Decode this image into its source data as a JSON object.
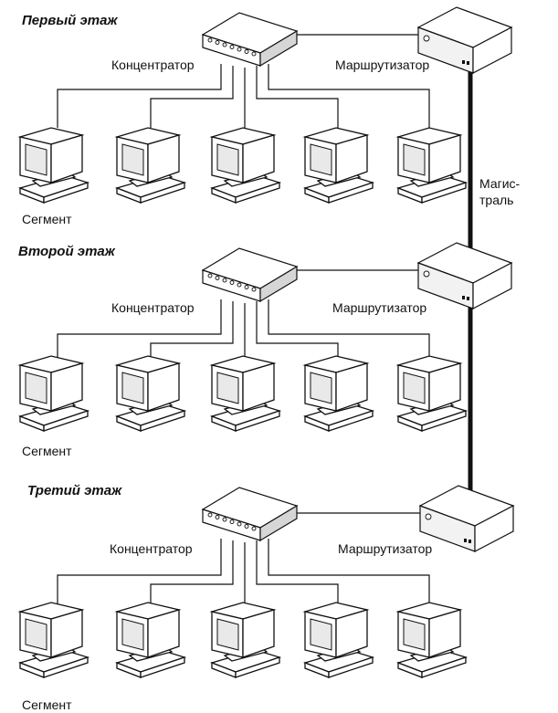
{
  "floors": [
    {
      "title": "Первый этаж",
      "hub_label": "Концентратор",
      "router_label": "Маршрутизатор",
      "segment_label": "Сегмент",
      "workstations": 5
    },
    {
      "title": "Второй этаж",
      "hub_label": "Концентратор",
      "router_label": "Маршрутизатор",
      "segment_label": "Сегмент",
      "workstations": 5
    },
    {
      "title": "Третий этаж",
      "hub_label": "Концентратор",
      "router_label": "Маршрутизатор",
      "segment_label": "Сегмент",
      "workstations": 5
    }
  ],
  "backbone": {
    "label_line1": "Магис-",
    "label_line2": "траль"
  }
}
